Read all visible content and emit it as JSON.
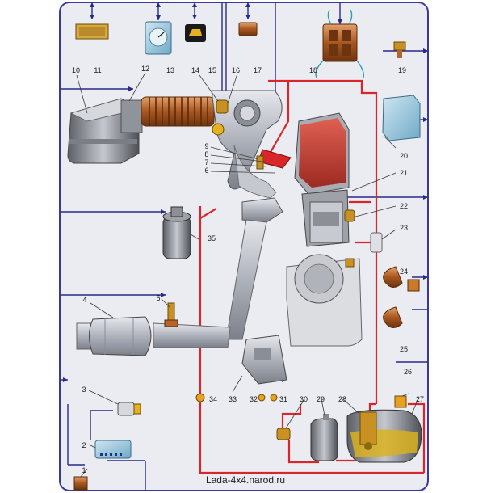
{
  "diagram": {
    "watermark": "Lada-4x4.narod.ru",
    "component_numbers": [
      "1",
      "2",
      "3",
      "4",
      "5",
      "6",
      "7",
      "8",
      "9",
      "10",
      "11",
      "12",
      "13",
      "14",
      "15",
      "16",
      "17",
      "18",
      "19",
      "20",
      "21",
      "22",
      "23",
      "24",
      "25",
      "26",
      "27",
      "28",
      "29",
      "30",
      "31",
      "32",
      "33",
      "34",
      "35"
    ],
    "colors": {
      "frame": "#3a3a9a",
      "signal_wire": "#2a2a8a",
      "fuel_line": "#d9262b",
      "background": "#ebebf2",
      "copper": "#b5652b",
      "silver": "#b9bcc4"
    }
  }
}
